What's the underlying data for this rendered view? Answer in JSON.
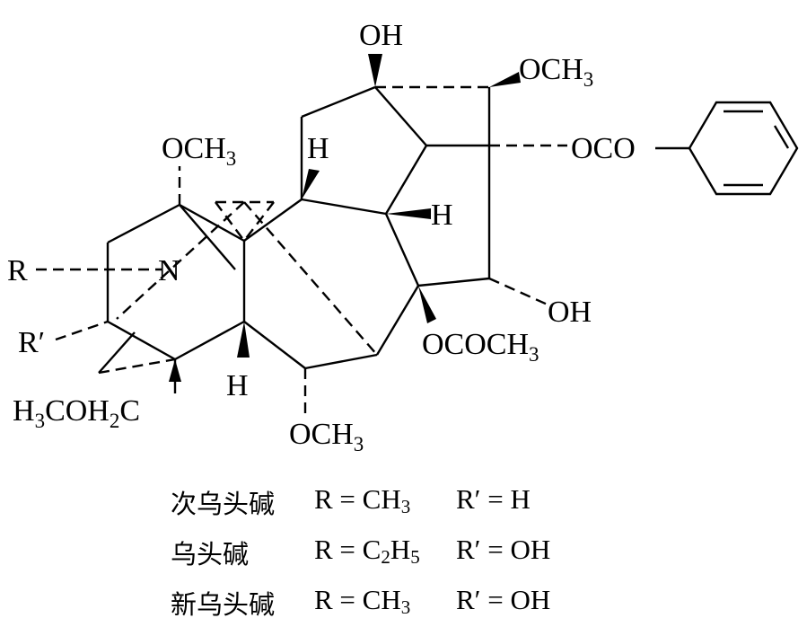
{
  "labels": {
    "oh_top": "OH",
    "och3_top_right": "OCH",
    "och3_top_right_sub": "3",
    "ocophenyl": "OCO",
    "och3_upper_left": "OCH",
    "och3_upper_left_sub": "3",
    "h_upper_mid": "H",
    "h_mid_right": "H",
    "r": "R",
    "n": "N",
    "oh_right": "OH",
    "r_prime": "R′",
    "ococh3": "OCOCH",
    "ococh3_sub": "3",
    "h_lower_mid": "H",
    "h3coh2c_h": "H",
    "h3coh2c_sub1": "3",
    "h3coh2c_mid": "COH",
    "h3coh2c_sub2": "2",
    "h3coh2c_c": "C",
    "och3_bottom": "OCH",
    "och3_bottom_sub": "3"
  },
  "legend": [
    {
      "name": "次乌头碱",
      "r": "R = CH",
      "r_sub": "3",
      "r_rest": "",
      "r_sub2": "",
      "rp": "R′ = H"
    },
    {
      "name": "乌头碱",
      "r": "R = C",
      "r_sub": "2",
      "r_rest": "H",
      "r_sub2": "5",
      "rp": "R′ = OH"
    },
    {
      "name": "新乌头碱",
      "r": "R = CH",
      "r_sub": "3",
      "r_rest": "",
      "r_sub2": "",
      "rp": "R′ = OH"
    }
  ]
}
